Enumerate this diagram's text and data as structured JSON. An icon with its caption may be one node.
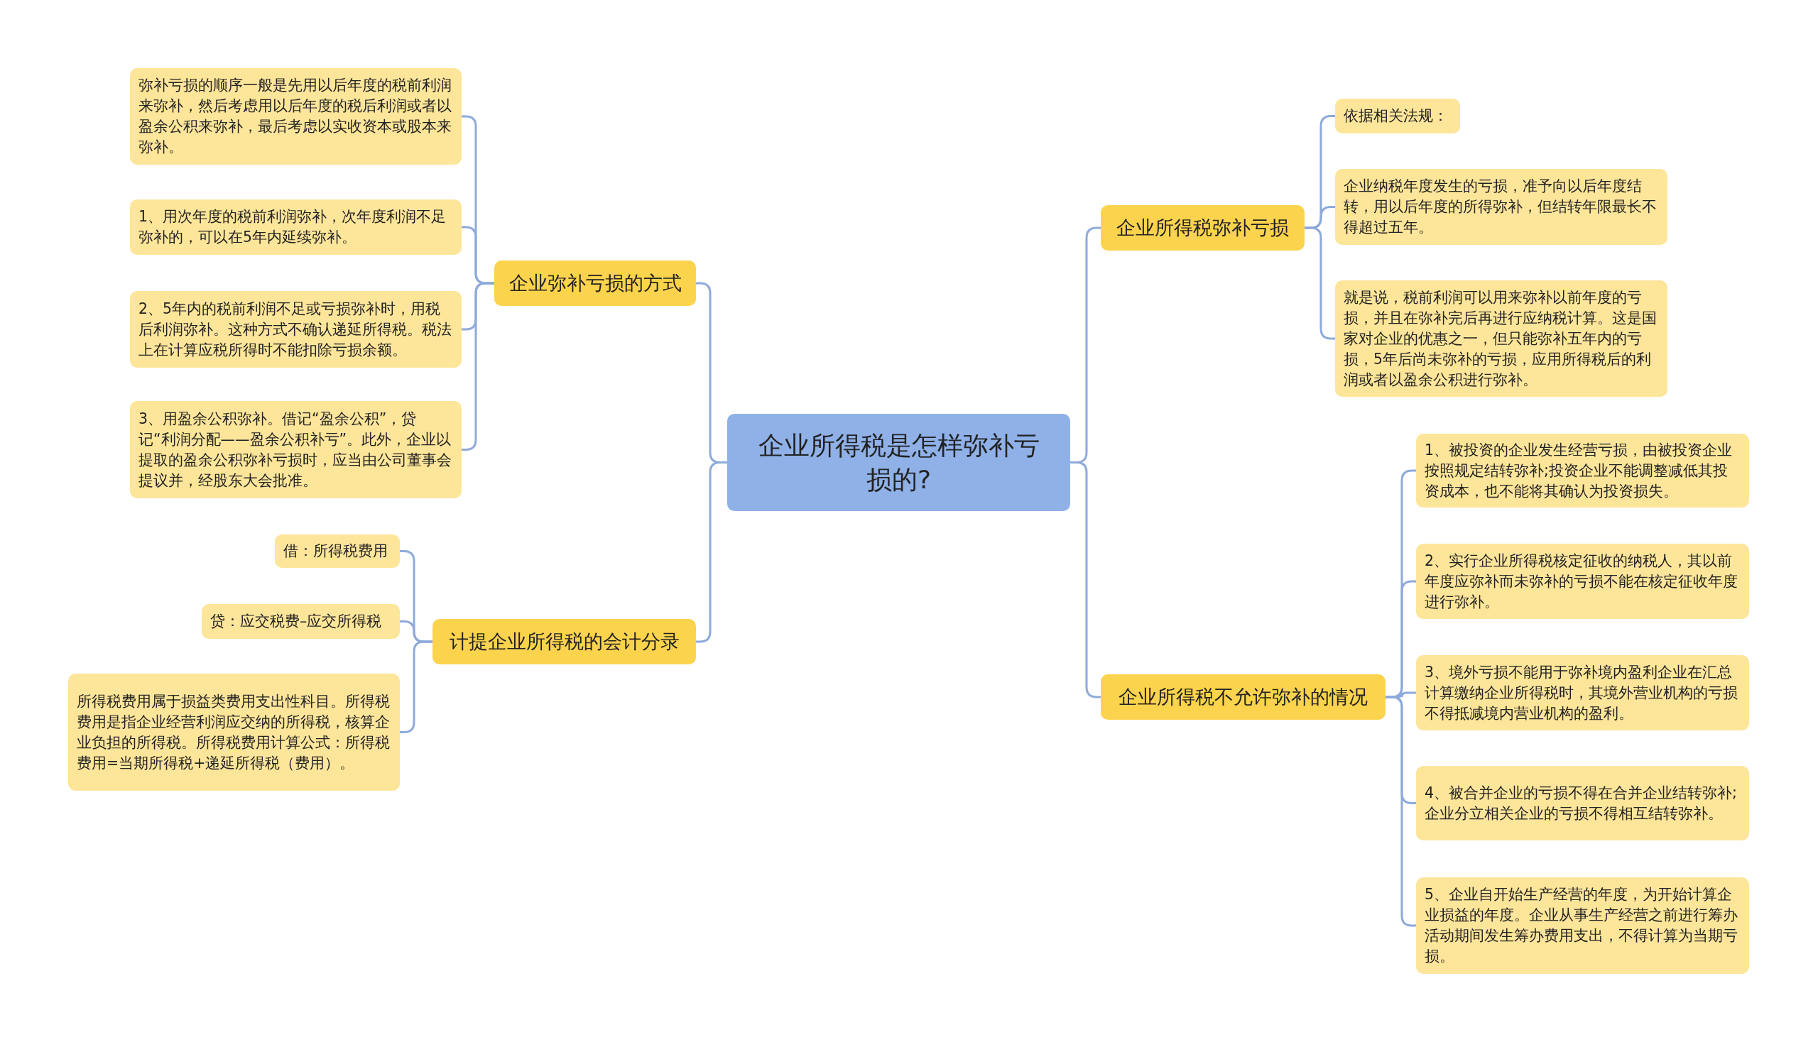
{
  "diagram": {
    "nodes": [
      {
        "text": [
          "企业所得税是怎样弥补亏损的?"
        ]
      },
      {
        "text": [
          "企业弥补亏损的方式"
        ]
      },
      {
        "text": [
          "弥补亏损的顺序一般是先用以后年度的税前利润来弥补，然后考虑用以后年度的税后利润或者以盈余公积来弥补，最后考虑以实收资本或股本来弥补。"
        ]
      },
      {
        "text": [
          "1、用次年度的税前利润弥补，次年度利润不足弥补的，可以在5年内延续弥补。"
        ]
      },
      {
        "text": [
          "2、5年内的税前利润不足或亏损弥补时，用税后利润弥补。这种方式不确认递延所得税。税法上在计算应税所得时不能扣除亏损余额。"
        ]
      },
      {
        "text": [
          "3、用盈余公积弥补。借记“盈余公积”，贷记“利润分配——盈余公积补亏”。此外，企业以提取的盈余公积弥补亏损时，应当由公司董事会提议并，经股东大会批准。"
        ]
      },
      {
        "text": [
          "计提企业所得税的会计分录"
        ]
      },
      {
        "text": [
          "借：所得税费用"
        ]
      },
      {
        "text": [
          "贷：应交税费–应交所得税"
        ]
      },
      {
        "text": [
          "所得税费用属于损益类费用支出性科目。所得税费用是指企业经营利润应交纳的所得税，核算企业负担的所得税。所得税费用计算公式：所得税费用=当期所得税+递延所得税（费用）。"
        ]
      },
      {
        "text": [
          "企业所得税弥补亏损"
        ]
      },
      {
        "text": [
          "依据相关法规："
        ]
      },
      {
        "text": [
          "企业纳税年度发生的亏损，准予向以后年度结转，用以后年度的所得弥补，但结转年限最长不得超过五年。"
        ]
      },
      {
        "text": [
          "就是说，税前利润可以用来弥补以前年度的亏损，并且在弥补完后再进行应纳税计算。这是国家对企业的优惠之一，但只能弥补五年内的亏损，5年后尚未弥补的亏损，应用所得税后的利润或者以盈余公积进行弥补。"
        ]
      },
      {
        "text": [
          "企业所得税不允许弥补的情况"
        ]
      },
      {
        "text": [
          "1、被投资的企业发生经营亏损，由被投资企业按照规定结转弥补;投资企业不能调整减低其投资成本，也不能将其确认为投资损失。"
        ]
      },
      {
        "text": [
          "2、实行企业所得税核定征收的纳税人，其以前年度应弥补而未弥补的亏损不能在核定征收年度进行弥补。"
        ]
      },
      {
        "text": [
          "3、境外亏损不能用于弥补境内盈利企业在汇总计算缴纳企业所得税时，其境外营业机构的亏损不得抵减境内营业机构的盈利。"
        ]
      },
      {
        "text": [
          "4、被合并企业的亏损不得在合并企业结转弥补;企业分立相关企业的亏损不得相互结转弥补。"
        ]
      },
      {
        "text": [
          "5、企业自开始生产经营的年度，为开始计算企业损益的年度。企业从事生产经营之前进行筹办活动期间发生筹办费用支出，不得计算为当期亏损。"
        ]
      }
    ],
    "edges": [
      {
        "from": 0,
        "to": 1,
        "arrow": "none"
      },
      {
        "from": 1,
        "to": 2,
        "arrow": "none"
      },
      {
        "from": 1,
        "to": 3,
        "arrow": "none"
      },
      {
        "from": 1,
        "to": 4,
        "arrow": "none"
      },
      {
        "from": 1,
        "to": 5,
        "arrow": "none"
      },
      {
        "from": 0,
        "to": 6,
        "arrow": "none"
      },
      {
        "from": 6,
        "to": 7,
        "arrow": "none"
      },
      {
        "from": 6,
        "to": 8,
        "arrow": "none"
      },
      {
        "from": 6,
        "to": 9,
        "arrow": "none"
      },
      {
        "from": 0,
        "to": 10,
        "arrow": "none"
      },
      {
        "from": 10,
        "to": 11,
        "arrow": "none"
      },
      {
        "from": 10,
        "to": 12,
        "arrow": "none"
      },
      {
        "from": 10,
        "to": 13,
        "arrow": "none"
      },
      {
        "from": 0,
        "to": 14,
        "arrow": "none"
      },
      {
        "from": 14,
        "to": 15,
        "arrow": "none"
      },
      {
        "from": 14,
        "to": 16,
        "arrow": "none"
      },
      {
        "from": 14,
        "to": 17,
        "arrow": "none"
      },
      {
        "from": 14,
        "to": 18,
        "arrow": "none"
      },
      {
        "from": 14,
        "to": 19,
        "arrow": "none"
      }
    ]
  }
}
